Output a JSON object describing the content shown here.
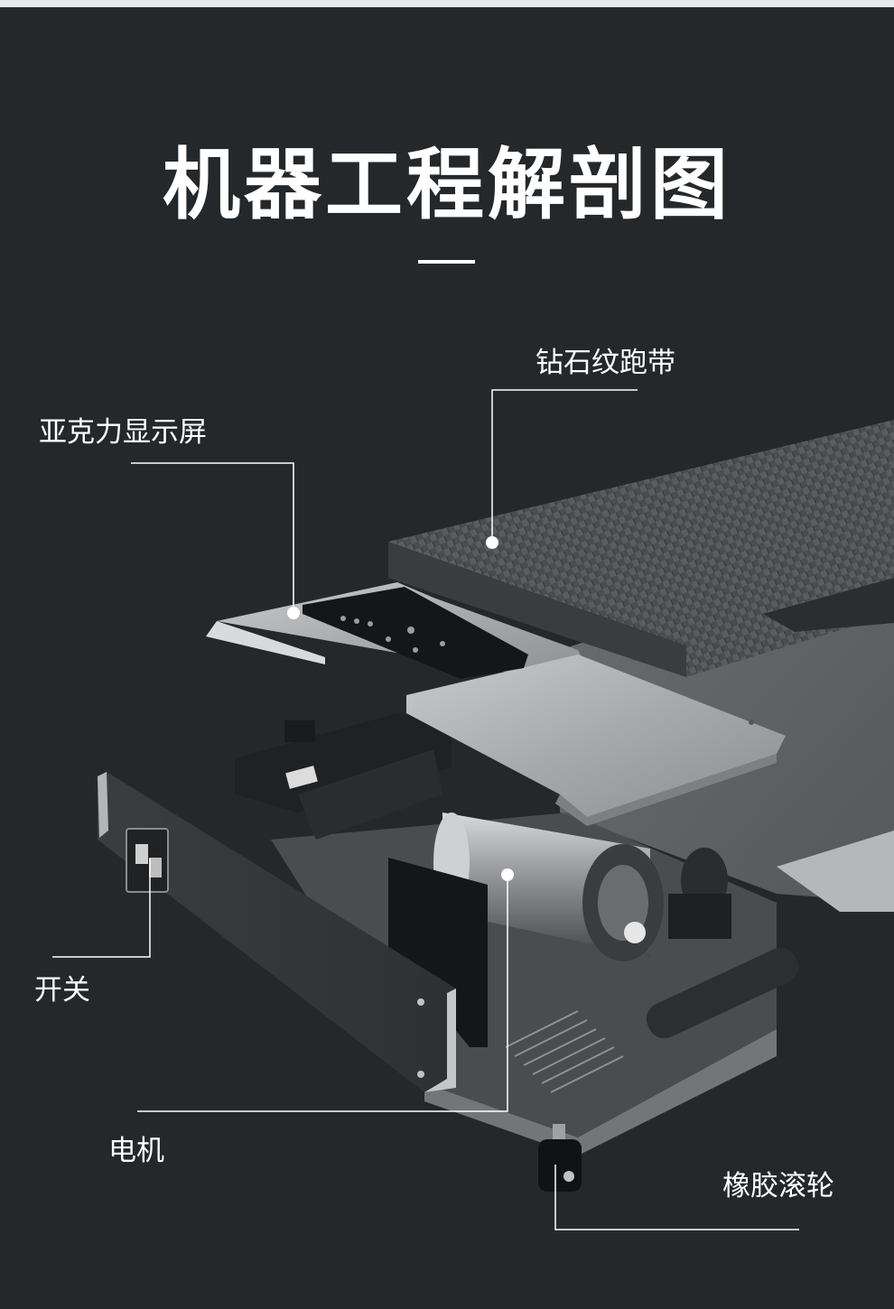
{
  "page": {
    "title": "机器工程解剖图"
  },
  "callouts": {
    "running_belt": "钻石纹跑带",
    "acrylic_display": "亚克力显示屏",
    "power_switch": "开关",
    "motor": "电机",
    "rubber_roller": "橡胶滚轮"
  },
  "colors": {
    "background": "#25282b",
    "text": "#ffffff",
    "leader_line": "#ffffff"
  }
}
